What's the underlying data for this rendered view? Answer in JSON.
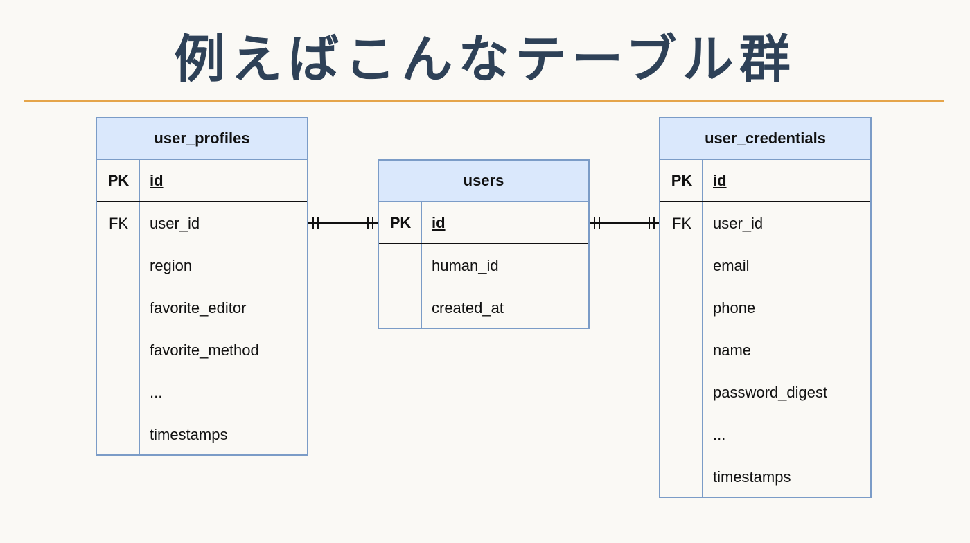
{
  "title": "例えばこんなテーブル群",
  "colors": {
    "title": "#2e4157",
    "rule": "#e5a54a",
    "entity_border": "#7b9cc7",
    "entity_header_fill": "#dae8fc",
    "background": "#faf9f5"
  },
  "entities": {
    "user_profiles": {
      "name": "user_profiles",
      "pk": {
        "key": "PK",
        "name": "id"
      },
      "rows": [
        {
          "key": "FK",
          "name": "user_id"
        },
        {
          "key": "",
          "name": "region"
        },
        {
          "key": "",
          "name": "favorite_editor"
        },
        {
          "key": "",
          "name": "favorite_method"
        },
        {
          "key": "",
          "name": "..."
        },
        {
          "key": "",
          "name": "timestamps"
        }
      ]
    },
    "users": {
      "name": "users",
      "pk": {
        "key": "PK",
        "name": "id"
      },
      "rows": [
        {
          "key": "",
          "name": "human_id"
        },
        {
          "key": "",
          "name": "created_at"
        }
      ]
    },
    "user_credentials": {
      "name": "user_credentials",
      "pk": {
        "key": "PK",
        "name": "id"
      },
      "rows": [
        {
          "key": "FK",
          "name": "user_id"
        },
        {
          "key": "",
          "name": "email"
        },
        {
          "key": "",
          "name": "phone"
        },
        {
          "key": "",
          "name": "name"
        },
        {
          "key": "",
          "name": "password_digest"
        },
        {
          "key": "",
          "name": "..."
        },
        {
          "key": "",
          "name": "timestamps"
        }
      ]
    }
  },
  "relationships": [
    {
      "from": "user_profiles.user_id",
      "to": "users.id",
      "cardinality": "one-to-one"
    },
    {
      "from": "users.id",
      "to": "user_credentials.user_id",
      "cardinality": "one-to-one"
    }
  ]
}
